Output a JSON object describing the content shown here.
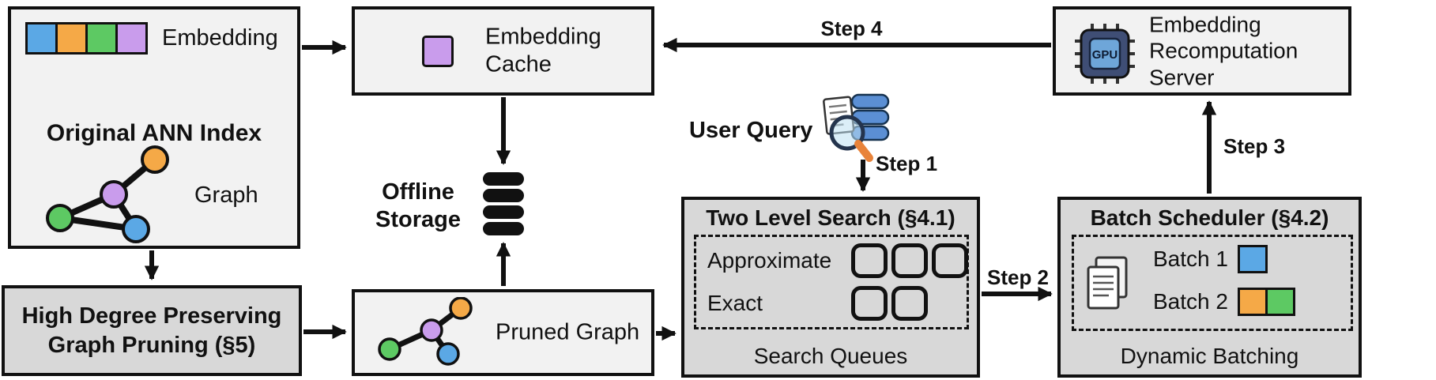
{
  "colors": {
    "blue": "#5BA8E5",
    "orange": "#F5A947",
    "green": "#5DC963",
    "purple": "#C99CEC",
    "box_light": "#F2F2F2",
    "box_dark": "#D8D8D8",
    "border": "#111111"
  },
  "original_index": {
    "title": "Original ANN Index",
    "embedding_label": "Embedding",
    "graph_label": "Graph"
  },
  "pruning": {
    "line1": "High Degree Preserving",
    "line2": "Graph Pruning (§5)"
  },
  "embedding_cache": {
    "line1": "Embedding",
    "line2": "Cache"
  },
  "offline_storage": {
    "line1": "Offline",
    "line2": "Storage"
  },
  "pruned_graph": {
    "label": "Pruned Graph"
  },
  "user_query": {
    "label": "User Query"
  },
  "steps": {
    "s1": "Step 1",
    "s2": "Step 2",
    "s3": "Step 3",
    "s4": "Step 4"
  },
  "two_level_search": {
    "title": "Two Level Search (§4.1)",
    "approximate": "Approximate",
    "exact": "Exact",
    "footer": "Search Queues"
  },
  "batch_scheduler": {
    "title": "Batch Scheduler (§4.2)",
    "batch1": "Batch 1",
    "batch2": "Batch 2",
    "footer": "Dynamic Batching"
  },
  "recomputation_server": {
    "line1": "Embedding",
    "line2": "Recomputation",
    "line3": "Server",
    "gpu_label": "GPU"
  }
}
